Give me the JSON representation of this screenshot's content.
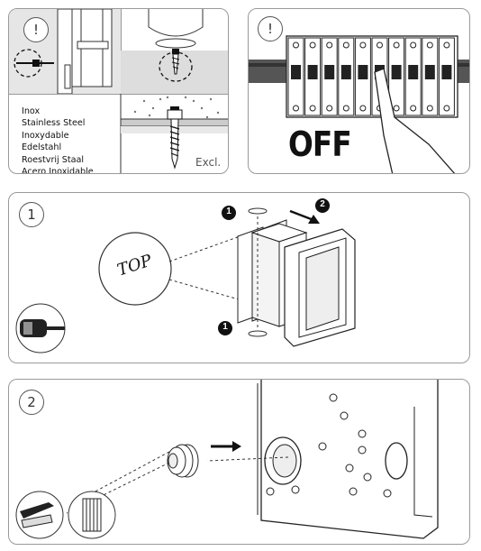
{
  "panel_top_left": {
    "warning_symbol": "!",
    "materials": [
      "Inox",
      "Stainless Steel",
      "Inoxydable",
      "Edelstahl",
      "Roestvrij Staal",
      "Acero Inoxidable"
    ],
    "excl_label": "Excl."
  },
  "panel_top_right": {
    "warning_symbol": "!",
    "off_label": "OFF"
  },
  "step1": {
    "step_number": "1",
    "top_label": "TOP",
    "marker_1": "1",
    "marker_2": "2"
  },
  "step2": {
    "step_number": "2"
  }
}
